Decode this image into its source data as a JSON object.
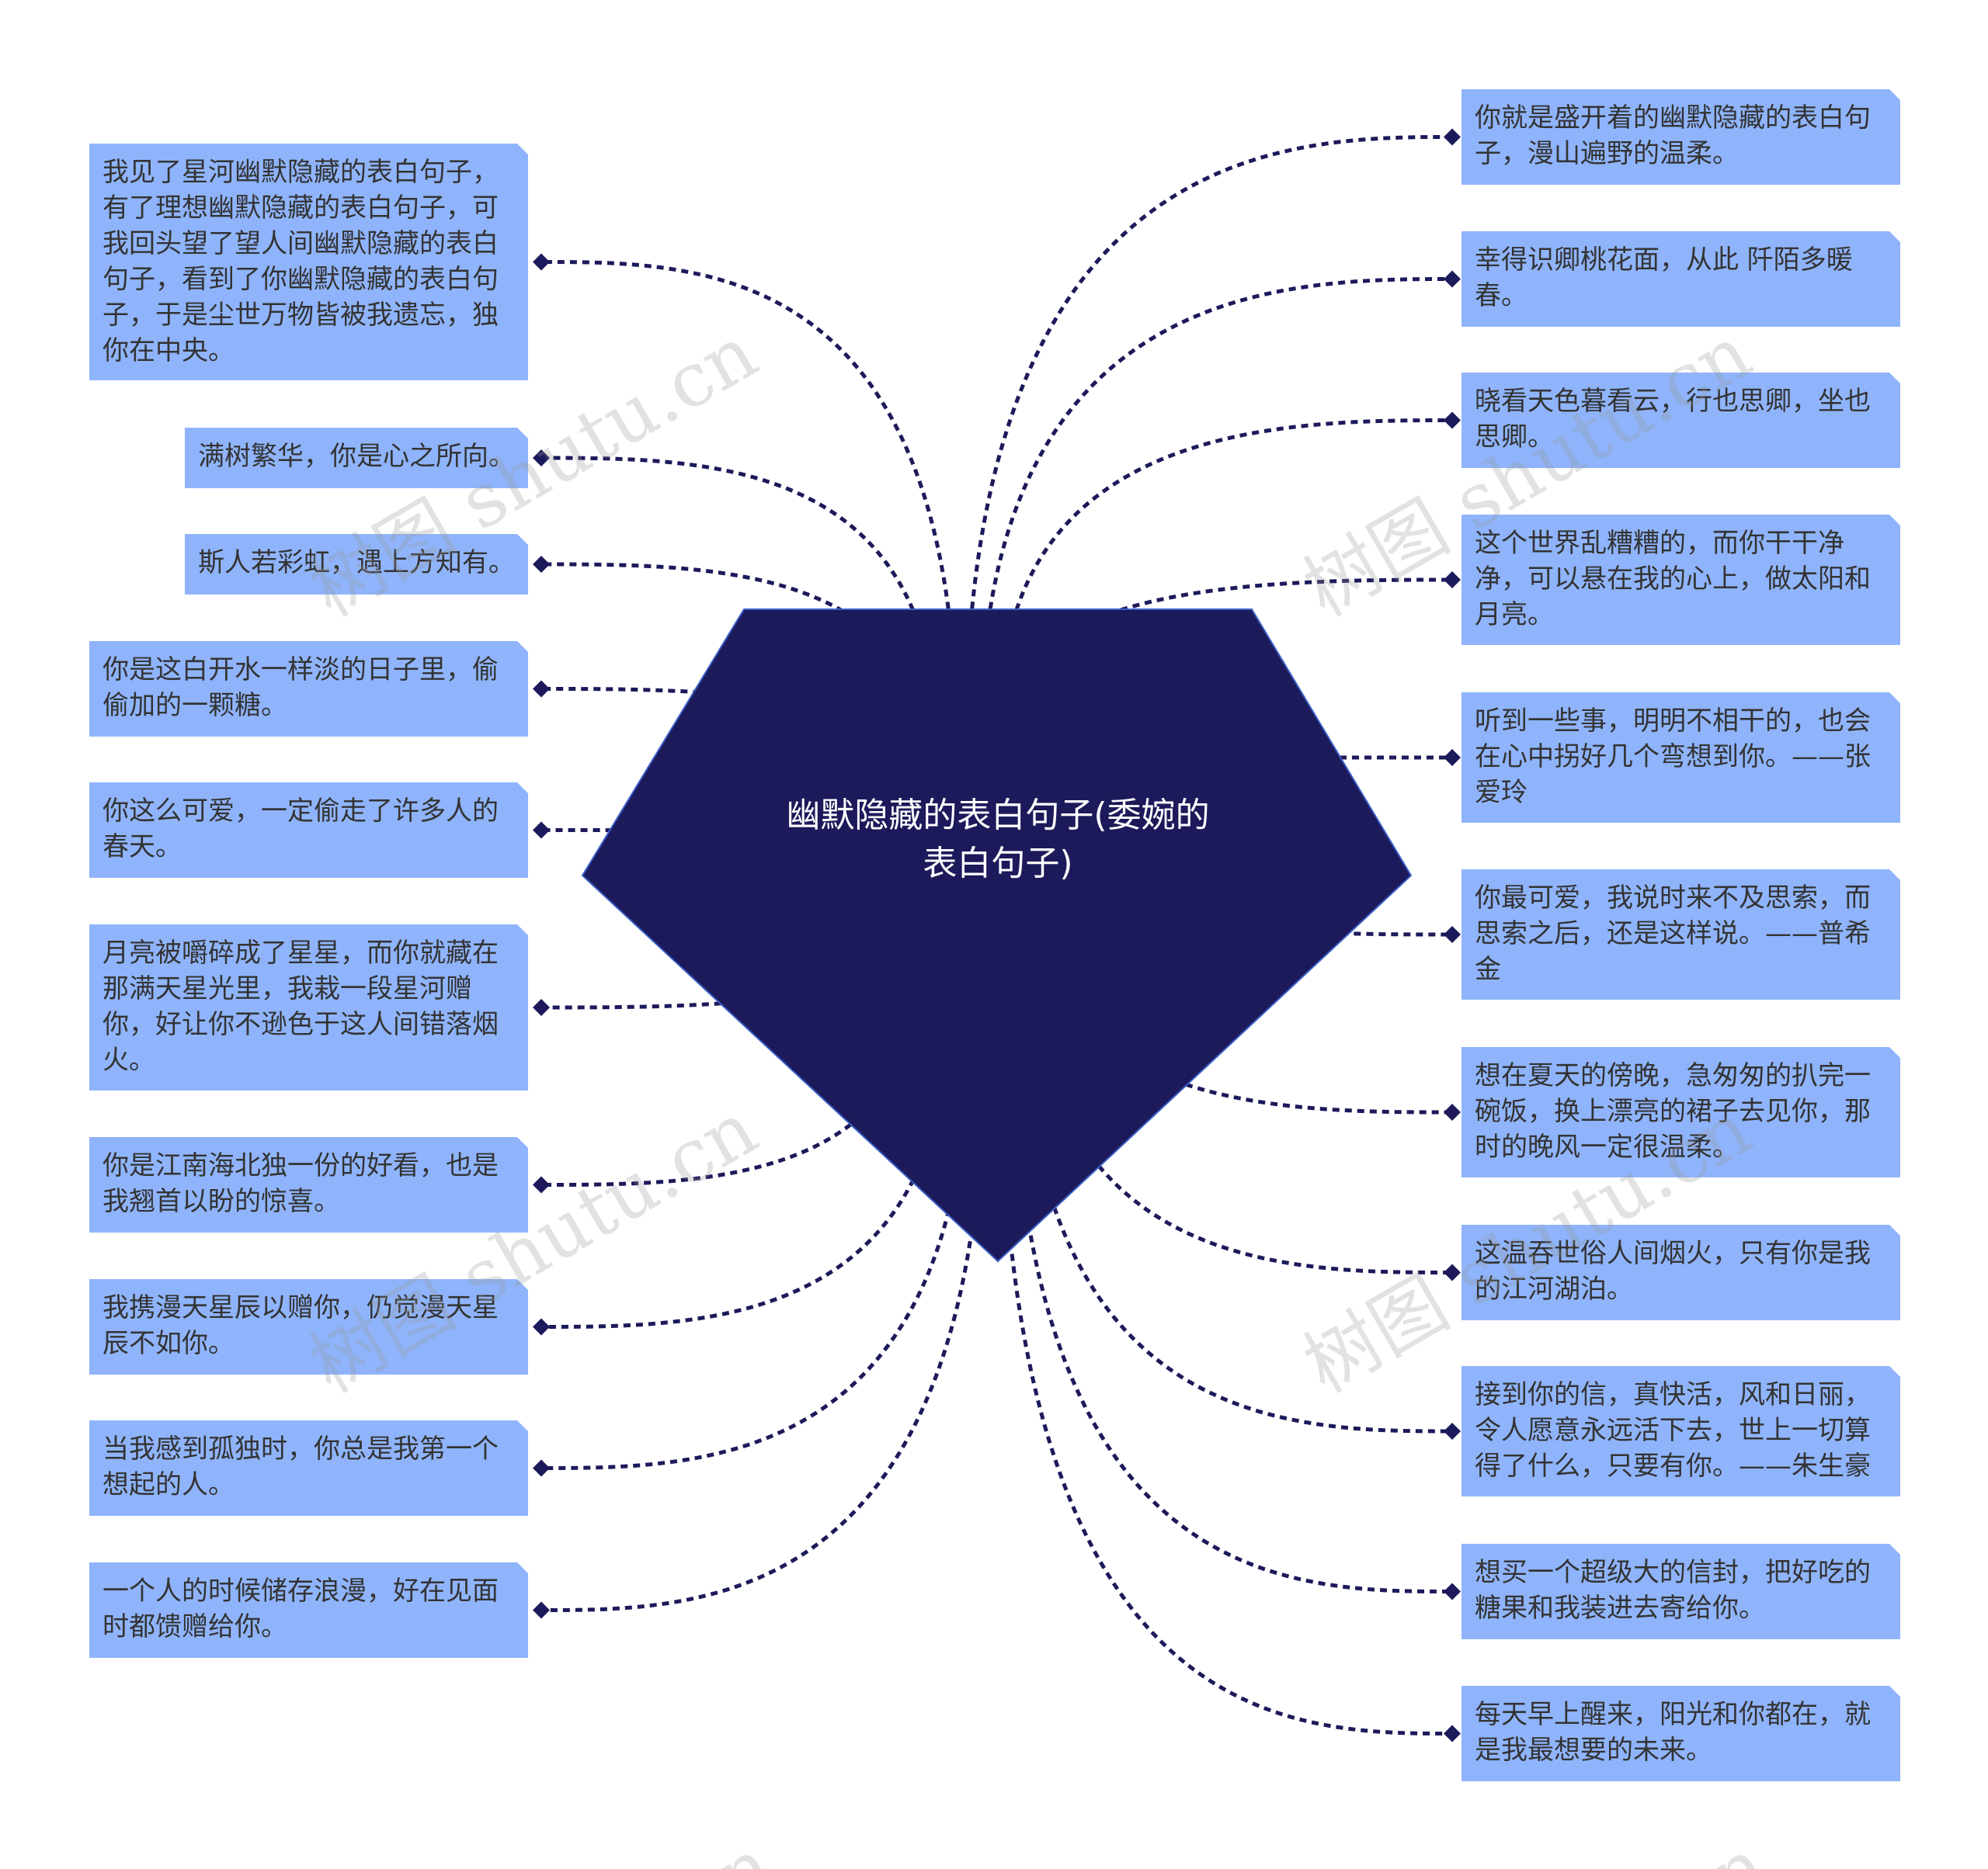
{
  "center": {
    "title": "幽默隐藏的表白句子(委婉的表白句子)"
  },
  "colors": {
    "center_fill": "#1c1a5a",
    "node_fill": "#8fb4fb",
    "connector": "#1c1a5a",
    "node_text": "#333333"
  },
  "left_nodes": [
    {
      "text": "我见了星河幽默隐藏的表白句子，有了理想幽默隐藏的表白句子，可我回头望了望人间幽默隐藏的表白句子，看到了你幽默隐藏的表白句子，于是尘世万物皆被我遗忘，独你在中央。"
    },
    {
      "text": "满树繁华，你是心之所向。"
    },
    {
      "text": "斯人若彩虹，遇上方知有。"
    },
    {
      "text": "你是这白开水一样淡的日子里，偷偷加的一颗糖。"
    },
    {
      "text": "你这么可爱，一定偷走了许多人的春天。"
    },
    {
      "text": "月亮被嚼碎成了星星，而你就藏在那满天星光里，我栽一段星河赠你，好让你不逊色于这人间错落烟火。"
    },
    {
      "text": "你是江南海北独一份的好看，也是我翘首以盼的惊喜。"
    },
    {
      "text": "我携漫天星辰以赠你，仍觉漫天星辰不如你。"
    },
    {
      "text": "当我感到孤独时，你总是我第一个想起的人。"
    },
    {
      "text": "一个人的时候储存浪漫，好在见面时都馈赠给你。"
    }
  ],
  "right_nodes": [
    {
      "text": "你就是盛开着的幽默隐藏的表白句子，漫山遍野的温柔。"
    },
    {
      "text": "幸得识卿桃花面，从此 阡陌多暖春。"
    },
    {
      "text": "晓看天色暮看云，行也思卿，坐也思卿。"
    },
    {
      "text": "这个世界乱糟糟的，而你干干净净，可以悬在我的心上，做太阳和月亮。"
    },
    {
      "text": "听到一些事，明明不相干的，也会在心中拐好几个弯想到你。——张爱玲"
    },
    {
      "text": "你最可爱，我说时来不及思索，而思索之后，还是这样说。——普希金"
    },
    {
      "text": "想在夏天的傍晚，急匆匆的扒完一碗饭，换上漂亮的裙子去见你，那时的晚风一定很温柔。"
    },
    {
      "text": "这温吞世俗人间烟火，只有你是我的江河湖泊。"
    },
    {
      "text": "接到你的信，真快活，风和日丽，令人愿意永远活下去，世上一切算得了什么，只要有你。——朱生豪"
    },
    {
      "text": "想买一个超级大的信封，把好吃的糖果和我装进去寄给你。"
    },
    {
      "text": "每天早上醒来，阳光和你都在，就是我最想要的未来。"
    }
  ],
  "watermarks": [
    "树图 shutu.cn",
    "树图 shutu.cn",
    "树图 shutu.cn",
    "树图 shutu.cn",
    ".cn",
    ".cn"
  ]
}
